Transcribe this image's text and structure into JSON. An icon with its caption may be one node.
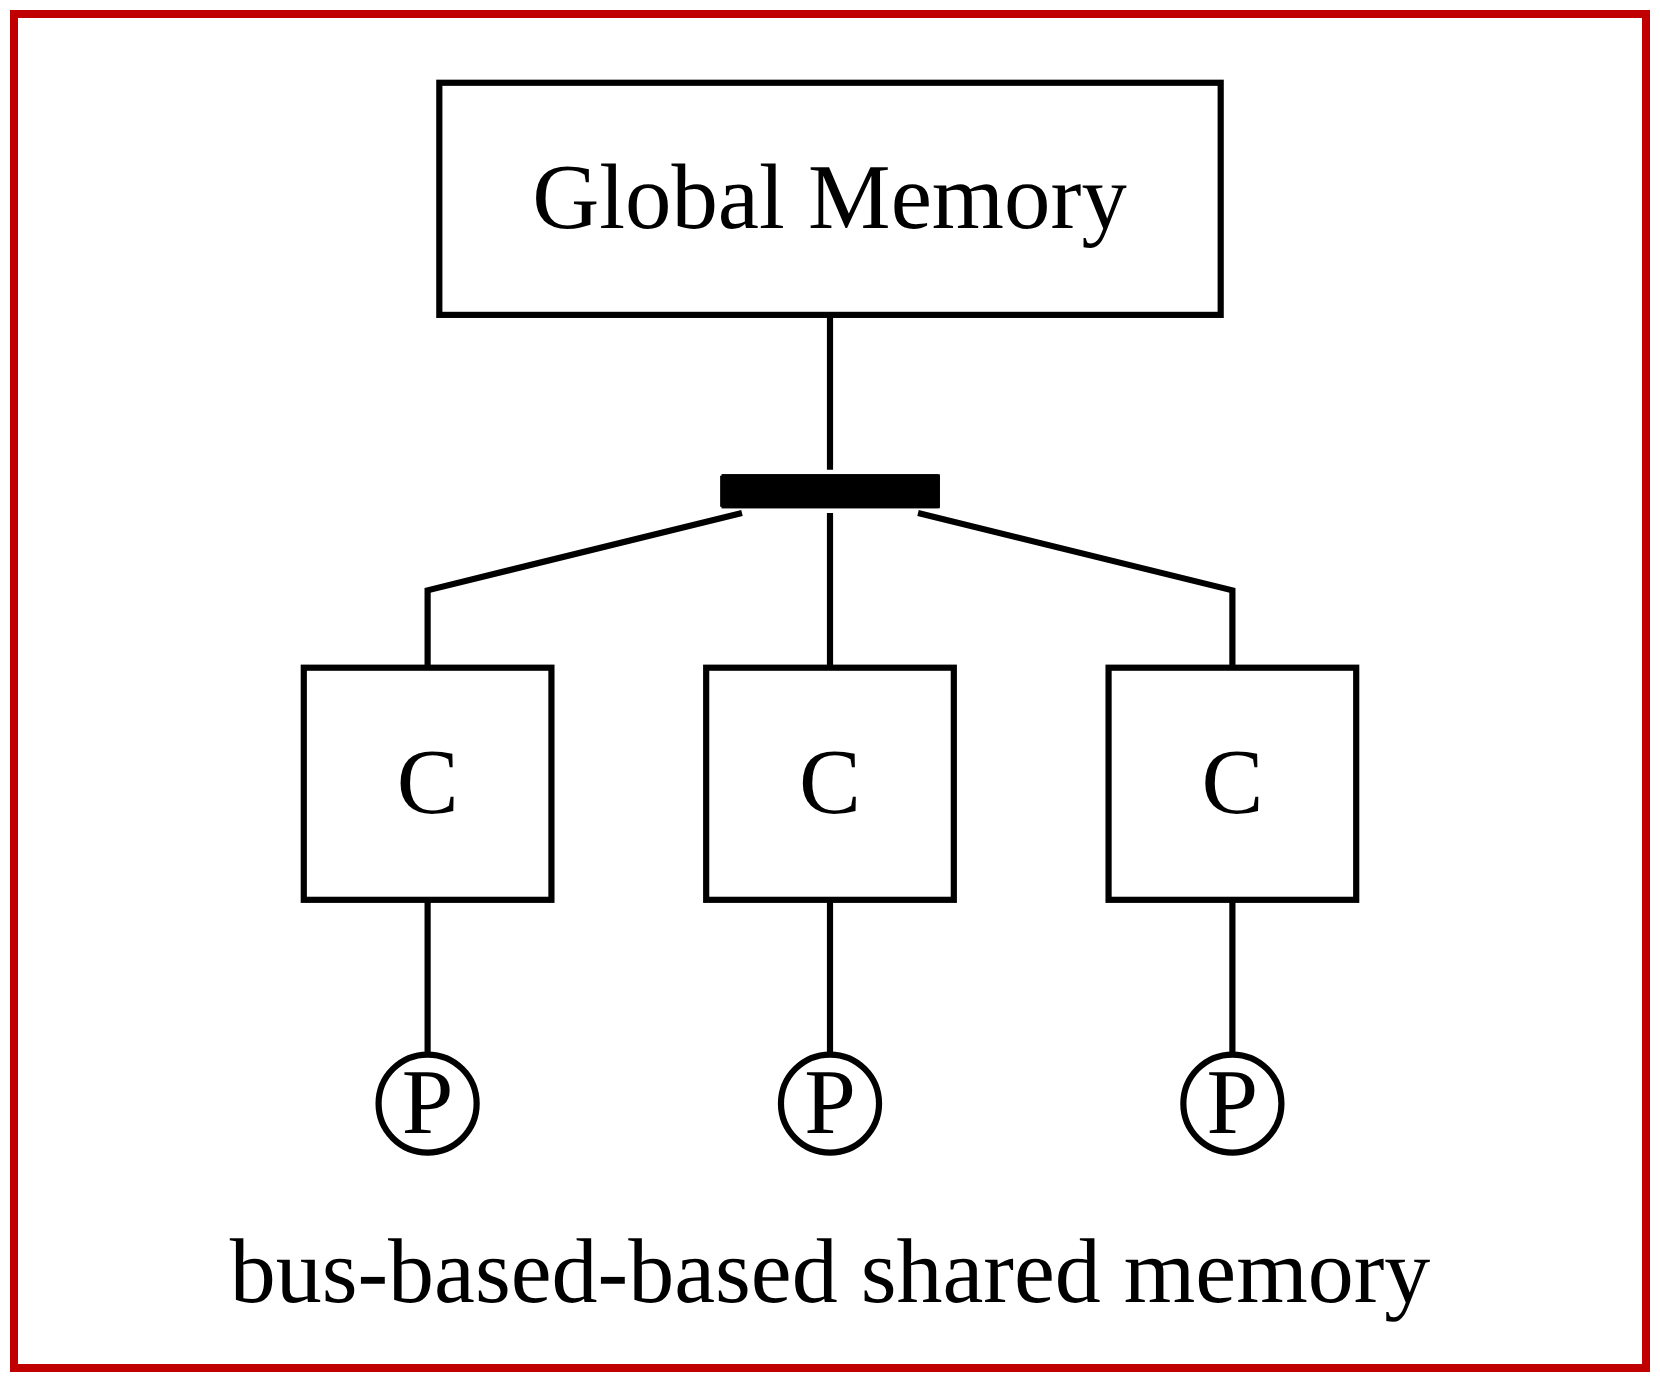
{
  "diagram": {
    "caption": "bus-based-based shared memory",
    "nodes": [
      {
        "text": [
          "Global Memory"
        ]
      },
      {
        "text": [],
        "shape": "bar"
      },
      {
        "text": [
          "C"
        ]
      },
      {
        "text": [
          "C"
        ]
      },
      {
        "text": [
          "C"
        ]
      },
      {
        "text": [
          "P"
        ]
      },
      {
        "text": [
          "P"
        ]
      },
      {
        "text": [
          "P"
        ]
      }
    ],
    "edges": [
      {
        "from": 0,
        "to": 1,
        "arrow": "none"
      },
      {
        "from": 1,
        "to": 2,
        "arrow": "none"
      },
      {
        "from": 1,
        "to": 3,
        "arrow": "none"
      },
      {
        "from": 1,
        "to": 4,
        "arrow": "none"
      },
      {
        "from": 2,
        "to": 5,
        "arrow": "none"
      },
      {
        "from": 3,
        "to": 6,
        "arrow": "none"
      },
      {
        "from": 4,
        "to": 7,
        "arrow": "none"
      }
    ]
  }
}
